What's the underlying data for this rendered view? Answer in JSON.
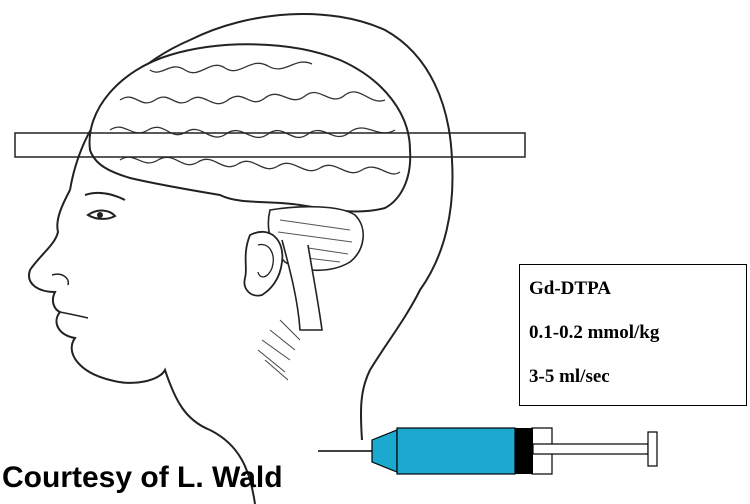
{
  "injection_info": {
    "agent": "Gd-DTPA",
    "dose": "0.1-0.2 mmol/kg",
    "rate": "3-5 ml/sec"
  },
  "credit": "Courtesy of L. Wald",
  "colors": {
    "syringe_barrel": "#1BA9CF",
    "plunger_seal": "#000000",
    "line_art": "#222222",
    "background": "#ffffff"
  }
}
